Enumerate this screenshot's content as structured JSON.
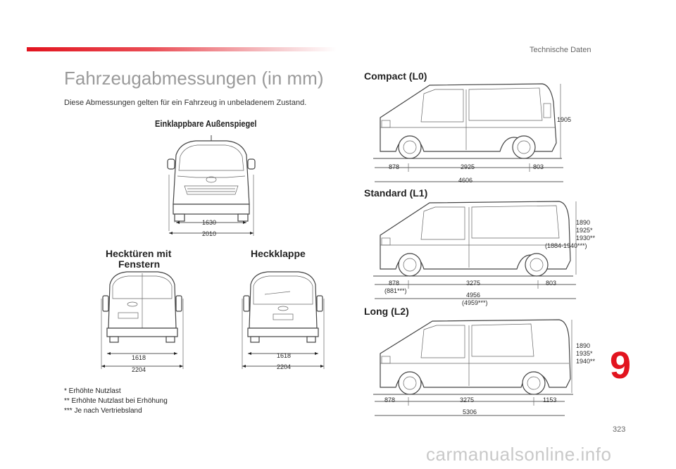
{
  "header": {
    "section": "Technische Daten"
  },
  "title": "Fahrzeugabmessungen (in mm)",
  "subtitle": "Diese Abmessungen gelten für ein Fahrzeug in unbeladenem Zustand.",
  "mirror_heading": "Einklappbare Außenspiegel",
  "front": {
    "w1": "1630",
    "w2": "2010"
  },
  "rear_doors": {
    "heading_line1": "Hecktüren mit",
    "heading_line2": "Fenstern",
    "w1": "1618",
    "w2": "2204"
  },
  "tailgate": {
    "heading": "Heckklappe",
    "w1": "1618",
    "w2": "2204"
  },
  "compact": {
    "heading": "Compact (L0)",
    "front_overhang": "878",
    "wheelbase": "2925",
    "rear_overhang": "803",
    "length": "4606",
    "height": "1905"
  },
  "standard": {
    "heading": "Standard (L1)",
    "front_overhang": "878",
    "front_overhang_alt": "(881***)",
    "wheelbase": "3275",
    "rear_overhang": "803",
    "length": "4956",
    "length_alt": "(4959***)",
    "heights": [
      "1890",
      "1925*",
      "1930**",
      "(1884-1940***)"
    ]
  },
  "long": {
    "heading": "Long (L2)",
    "front_overhang": "878",
    "wheelbase": "3275",
    "rear_overhang": "1153",
    "length": "5306",
    "heights": [
      "1890",
      "1935*",
      "1940**"
    ]
  },
  "footnotes": [
    "* Erhöhte Nutzlast",
    "** Erhöhte Nutzlast bei Erhöhung",
    "*** Je nach Vertriebsland"
  ],
  "chapter": "9",
  "page": "323",
  "watermark": "carmanualsonline.info",
  "colors": {
    "accent": "#e2141f",
    "title": "#9a9a9a"
  }
}
